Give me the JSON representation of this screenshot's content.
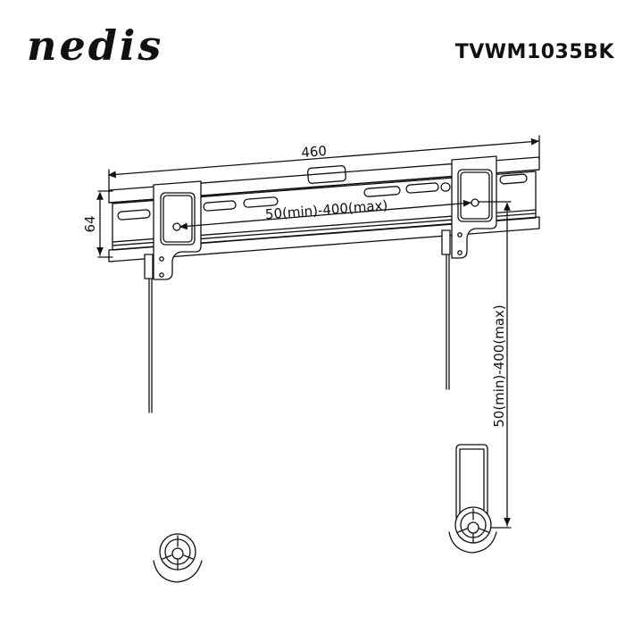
{
  "header": {
    "brand": "nedis",
    "model": "TVWM1035BK"
  },
  "diagram": {
    "title": "Fixed TV wall mount - dimension drawing",
    "dimensions": {
      "width": "460",
      "height": "64",
      "horizontal_vesa": "50(min)-400(max)",
      "vertical_vesa": "50(min)-400(max)"
    },
    "parts": [
      "wall-rail",
      "left-tv-bracket",
      "right-tv-bracket",
      "left-safety-cord",
      "right-safety-cord",
      "spacer-left",
      "spacer-right-with-strap"
    ],
    "colors": {
      "line": "#111111",
      "background": "#ffffff"
    }
  }
}
